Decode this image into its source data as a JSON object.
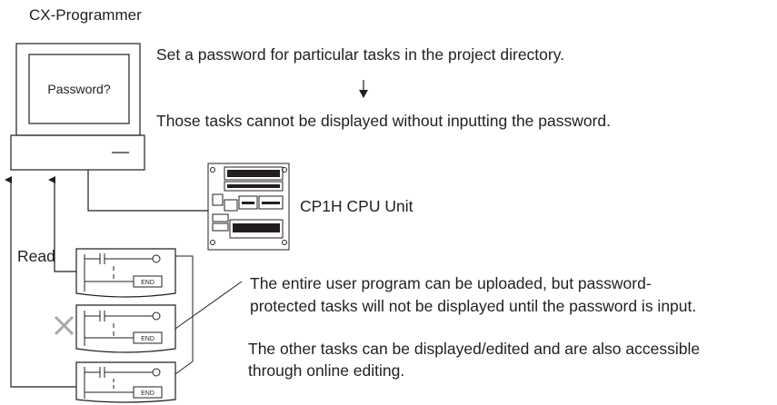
{
  "title": "CX-Programmer",
  "monitor_label": "Password?",
  "step_1": "Set a password for particular tasks in the project directory.",
  "step_2": "Those tasks cannot be displayed without inputting the password.",
  "cpu_label": "CP1H CPU Unit",
  "read_label": "Read",
  "end_label": "END",
  "note_protected": {
    "line_1": "The entire user program can be uploaded, but password-",
    "line_2": "protected tasks will not be displayed until the password is input."
  },
  "note_other": {
    "line_1": "The other tasks can be displayed/edited and are also accessible",
    "line_2": "through online editing."
  },
  "colors": {
    "protected_task_fill": "#a7a9ac",
    "cross_mark": "#a7a9ac",
    "line": "#231f20"
  }
}
